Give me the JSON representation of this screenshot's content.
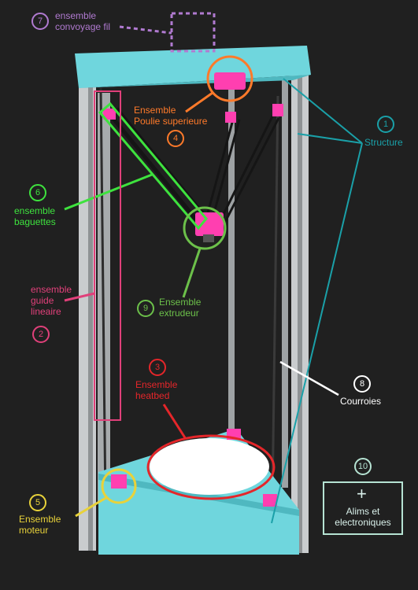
{
  "colors": {
    "background": "#202020",
    "frame": "#6fd6dd",
    "aluminium": "#c9ccce",
    "parts": "#ff3fb0",
    "structure": "#1aa0a8",
    "pulley": "#ff7a2a",
    "rods": "#3ee23e",
    "extruder": "#6cc04a",
    "guide": "#e0407a",
    "heatbed": "#e5262a",
    "motor": "#e8d23a",
    "belts": "#ffffff",
    "wire": "#b07ad0",
    "electronics": "#b6e3d3"
  },
  "icons": {
    "plus": "+"
  },
  "labels": {
    "n1": {
      "num": "1",
      "lines": [
        "Structure"
      ]
    },
    "n2": {
      "num": "2",
      "lines": [
        "ensemble",
        "guide",
        "lineaire"
      ]
    },
    "n3": {
      "num": "3",
      "lines": [
        "Ensemble",
        "heatbed"
      ]
    },
    "n4": {
      "num": "4",
      "lines": [
        "Ensemble",
        "Poulie superieure"
      ]
    },
    "n5": {
      "num": "5",
      "lines": [
        "Ensemble",
        "moteur"
      ]
    },
    "n6": {
      "num": "6",
      "lines": [
        "ensemble",
        "baguettes"
      ]
    },
    "n7": {
      "num": "7",
      "lines": [
        "ensemble",
        "convoyage fil"
      ]
    },
    "n8": {
      "num": "8",
      "lines": [
        "Courroies"
      ]
    },
    "n9": {
      "num": "9",
      "lines": [
        "Ensemble",
        "extrudeur"
      ]
    },
    "n10": {
      "num": "10",
      "lines": [
        "Alims et",
        "electroniques"
      ]
    }
  }
}
